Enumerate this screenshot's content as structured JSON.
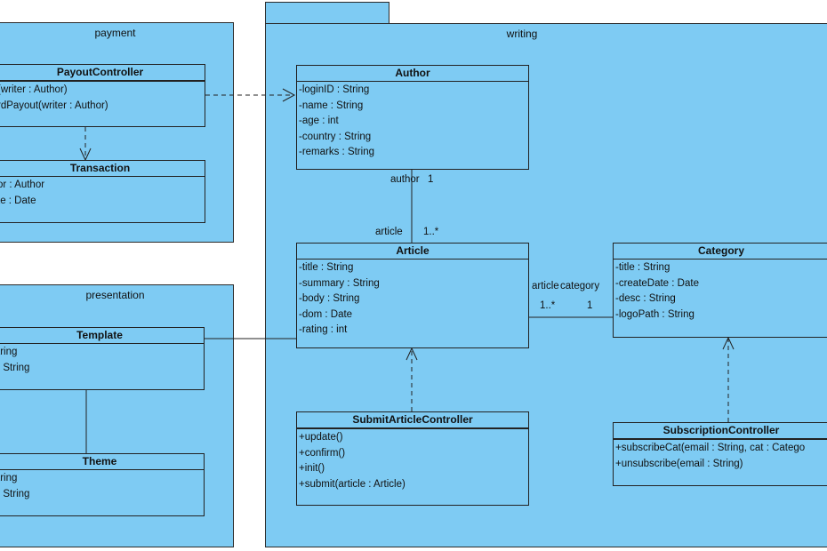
{
  "packages": {
    "payment": {
      "name": "payment"
    },
    "presentation": {
      "name": "presentation"
    },
    "writing": {
      "name": "writing"
    }
  },
  "classes": {
    "payout_controller": {
      "name": "PayoutController",
      "attributes": [],
      "operations": [
        "(writer : Author)",
        "rdPayout(writer : Author)"
      ]
    },
    "transaction": {
      "name": "Transaction",
      "attributes": [
        "or : Author",
        "te : Date"
      ],
      "operations": []
    },
    "template": {
      "name": "Template",
      "attributes": [
        "tring",
        ": String"
      ],
      "operations": []
    },
    "theme": {
      "name": "Theme",
      "attributes": [
        "tring",
        ": String"
      ],
      "operations": []
    },
    "author": {
      "name": "Author",
      "attributes": [
        "-loginID : String",
        "-name : String",
        "-age : int",
        "-country : String",
        "-remarks : String"
      ],
      "operations": []
    },
    "article": {
      "name": "Article",
      "attributes": [
        "-title : String",
        "-summary : String",
        "-body : String",
        "-dom : Date",
        "-rating : int"
      ],
      "operations": []
    },
    "category": {
      "name": "Category",
      "attributes": [
        "-title : String",
        "-createDate : Date",
        "-desc : String",
        "-logoPath : String"
      ],
      "operations": []
    },
    "submit_article_controller": {
      "name": "SubmitArticleController",
      "attributes": [],
      "operations": [
        "+update()",
        "+confirm()",
        "+init()",
        "+submit(article : Article)"
      ]
    },
    "subscription_controller": {
      "name": "SubscriptionController",
      "attributes": [],
      "operations": [
        "+subscribeCat(email : String, cat : Catego",
        "+unsubscribe(email : String)"
      ]
    }
  },
  "association_labels": {
    "author_role": "author",
    "author_mult": "1",
    "article_role": "article",
    "article_mult": "1..*",
    "article_cat_role": "article",
    "category_role": "category",
    "article_cat_mult": "1..*",
    "category_mult": "1"
  },
  "colors": {
    "fill": "#7ecbf3",
    "stroke": "#222222"
  }
}
